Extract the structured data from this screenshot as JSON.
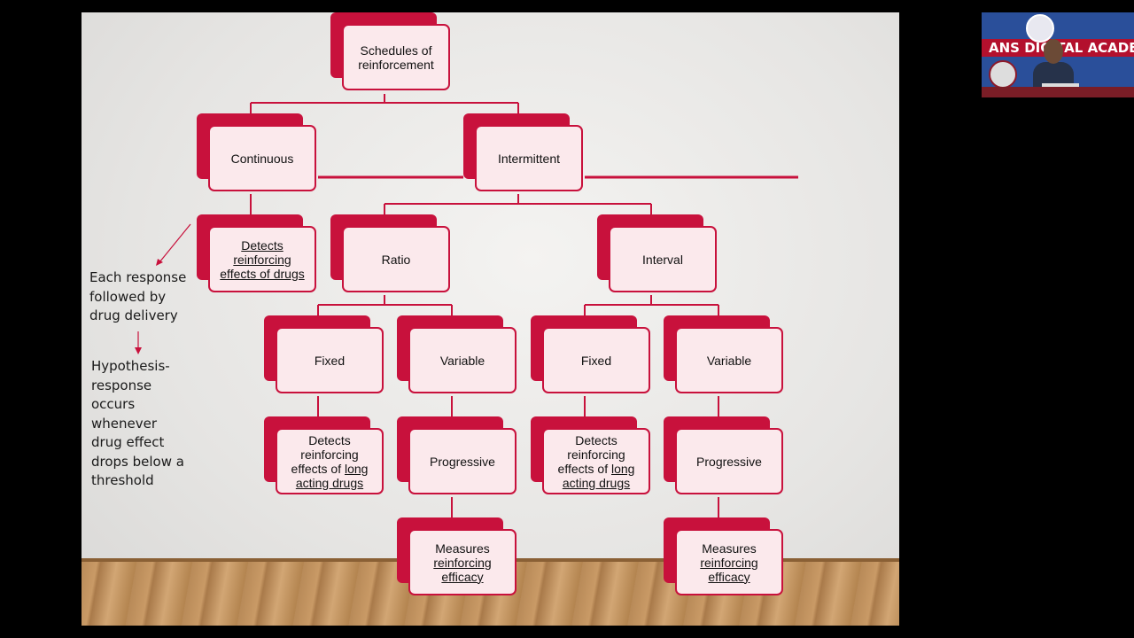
{
  "diagram": {
    "nodes": {
      "root": "Schedules of reinforcement",
      "continuous": "Continuous",
      "intermittent": "Intermittent",
      "continuous_desc": [
        "Detects",
        "reinforcing",
        "effects of drugs"
      ],
      "ratio": "Ratio",
      "interval": "Interval",
      "ratio_fixed": "Fixed",
      "ratio_variable": "Variable",
      "interval_fixed": "Fixed",
      "interval_variable": "Variable",
      "ratio_fixed_desc": [
        "Detects",
        "reinforcing",
        "effects of ",
        "long",
        "acting drugs"
      ],
      "ratio_variable_progressive": "Progressive",
      "interval_fixed_desc": [
        "Detects",
        "reinforcing",
        "effects of ",
        "long",
        "acting drugs"
      ],
      "interval_variable_progressive": "Progressive",
      "ratio_measures": [
        "Measures",
        "reinforcing",
        "efficacy"
      ],
      "interval_measures": [
        "Measures",
        "reinforcing",
        "efficacy"
      ]
    },
    "side_notes": {
      "note1": [
        "Each response",
        "followed by",
        "drug delivery"
      ],
      "note2": [
        "Hypothesis-",
        "response",
        "occurs",
        "whenever",
        "drug effect",
        "drops below a",
        "threshold"
      ]
    },
    "colors": {
      "accent": "#c8113c",
      "box_fill": "#fbe9ec"
    }
  },
  "webcam": {
    "banner": "ANS DIGITAL ACADEMY"
  }
}
